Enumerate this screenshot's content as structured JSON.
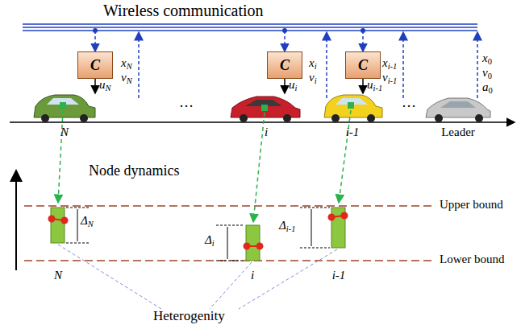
{
  "diagram": {
    "nodes": [
      {
        "text": [
          "C"
        ]
      },
      {
        "text": [
          "C"
        ]
      },
      {
        "text": [
          "C"
        ]
      }
    ],
    "labels": [
      "Wireless communication",
      "xN",
      "vN",
      "xi",
      "vi",
      "xi-1",
      "vi-1",
      "x0",
      "v0",
      "a0",
      "uN",
      "ui",
      "ui-1",
      "…",
      "…",
      "N",
      "i",
      "i-1",
      "Leader",
      "Node dynamics",
      "Upper bound",
      "ΔN",
      "Δi",
      "Δi-1",
      "Lower bound",
      "N",
      "i",
      "i-1",
      "Heterogenity"
    ]
  }
}
